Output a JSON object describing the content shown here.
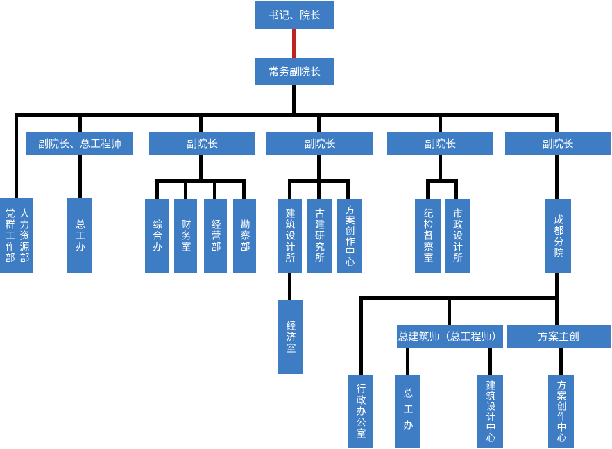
{
  "diagram": {
    "type": "org-chart",
    "colors": {
      "node_fill": "#3E7DC4",
      "node_text": "#FFFFFF",
      "connector": "#000000",
      "connector_special": "#BE2222",
      "background": "#FFFFFF"
    },
    "nodes": [
      {
        "label": "书记、院长"
      },
      {
        "label": "常务副院长"
      },
      {
        "label": "副院长、总工程师"
      },
      {
        "label": "副院长"
      },
      {
        "label": "副院长"
      },
      {
        "label": "副院长"
      },
      {
        "label": "副院长"
      },
      {
        "label": "党群工作部"
      },
      {
        "label": "人力资源部"
      },
      {
        "label": "总工办"
      },
      {
        "label": "综合办"
      },
      {
        "label": "财务室"
      },
      {
        "label": "经营部"
      },
      {
        "label": "勘察部"
      },
      {
        "label": "建筑设计所"
      },
      {
        "label": "古建研究所"
      },
      {
        "label": "方案创作中心"
      },
      {
        "label": "纪检督察室"
      },
      {
        "label": "市政设计所"
      },
      {
        "label": "成都分院"
      },
      {
        "label": "经济室"
      },
      {
        "label": "总建筑师（总工程师）"
      },
      {
        "label": "方案主创"
      },
      {
        "label": "行政办公室"
      },
      {
        "label": "总工办"
      },
      {
        "label": "建筑设计中心"
      },
      {
        "label": "方案创作中心"
      }
    ]
  }
}
